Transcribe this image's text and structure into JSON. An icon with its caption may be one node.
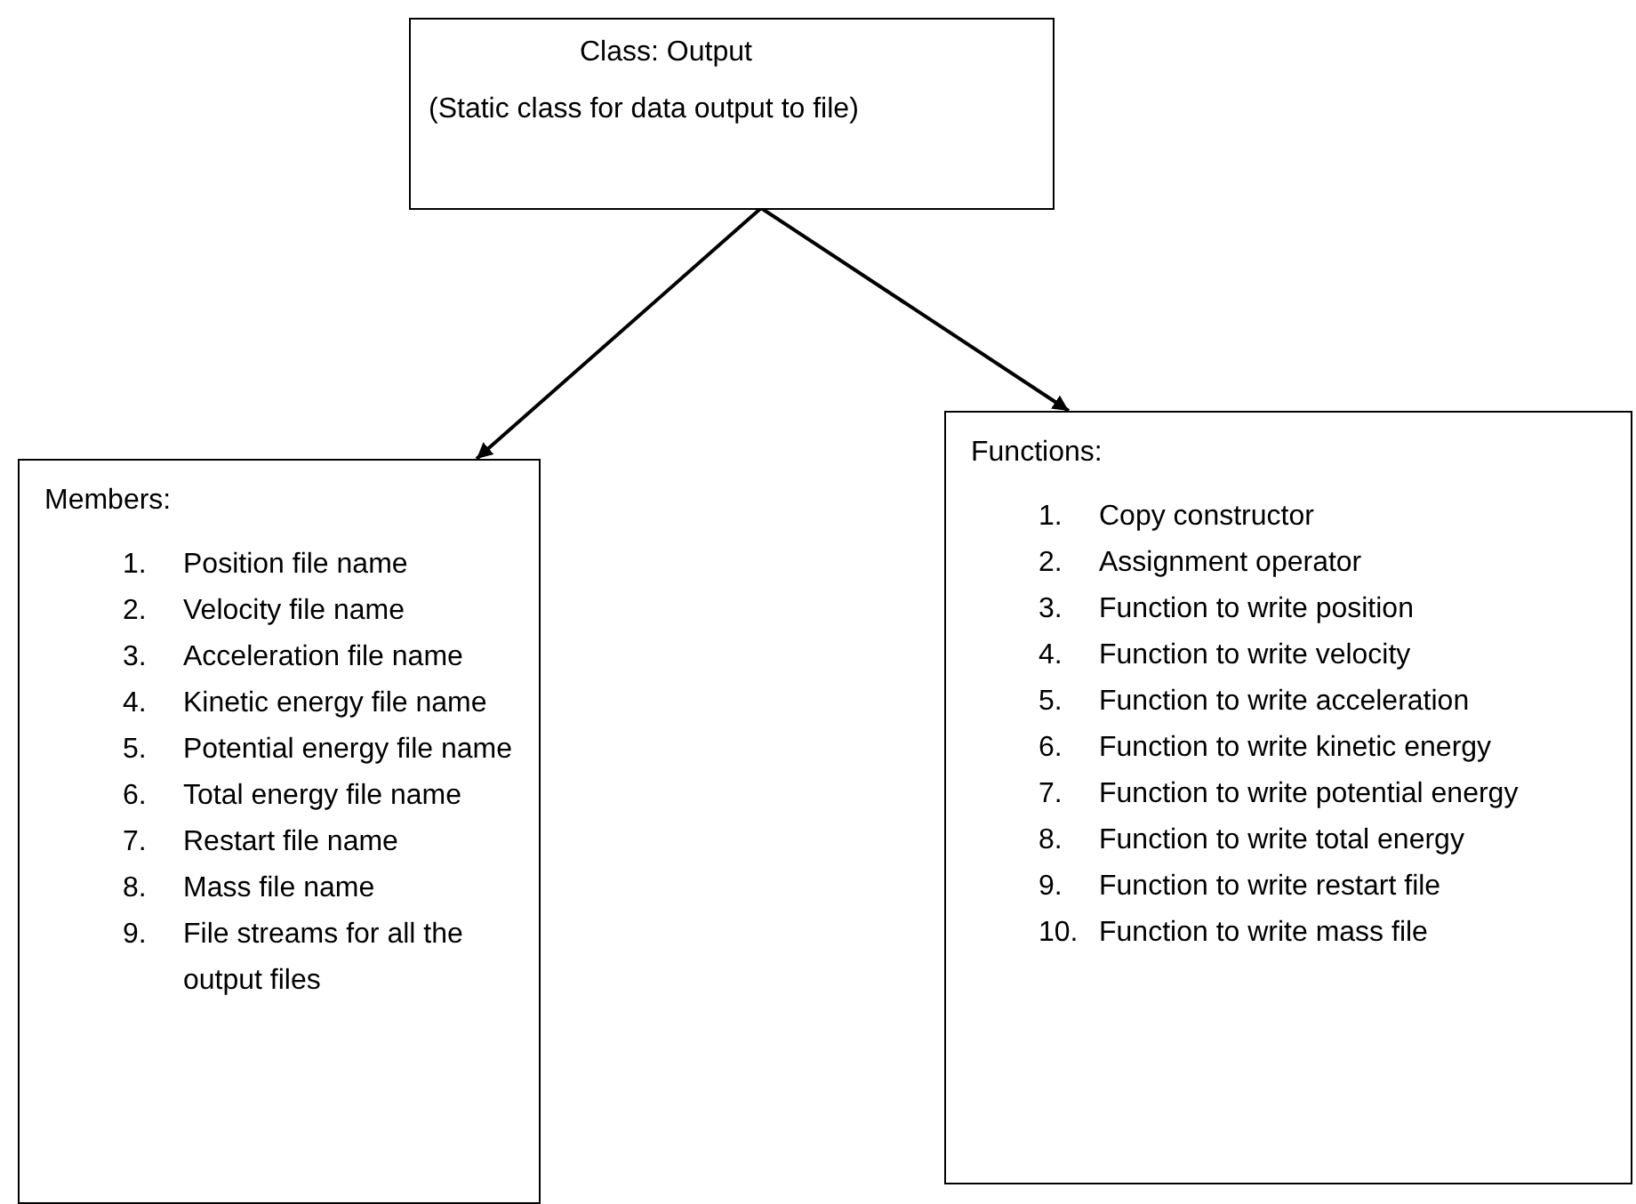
{
  "diagram": {
    "nodes": [
      {
        "text": [
          "Class: Output",
          "(Static class for data output to file)"
        ]
      },
      {
        "text": [
          "Members:",
          "1. Position file name",
          "2. Velocity file name",
          "3. Acceleration file name",
          "4. Kinetic energy file name",
          "5. Potential energy file name",
          "6. Total energy file name",
          "7. Restart file name",
          "8. Mass file name",
          "9. File streams for all the output files"
        ]
      },
      {
        "text": [
          "Functions:",
          "1. Copy constructor",
          "2. Assignment operator",
          "3. Function to write position",
          "4. Function to write velocity",
          "5. Function to write acceleration",
          "6. Function to write kinetic energy",
          "7. Function to write potential energy",
          "8. Function to write total energy",
          "9. Function to write restart file",
          "10. Function to write mass file"
        ]
      }
    ],
    "edges": [
      {
        "from": 0,
        "to": 1,
        "arrow": "to"
      },
      {
        "from": 0,
        "to": 2,
        "arrow": "to"
      }
    ]
  }
}
